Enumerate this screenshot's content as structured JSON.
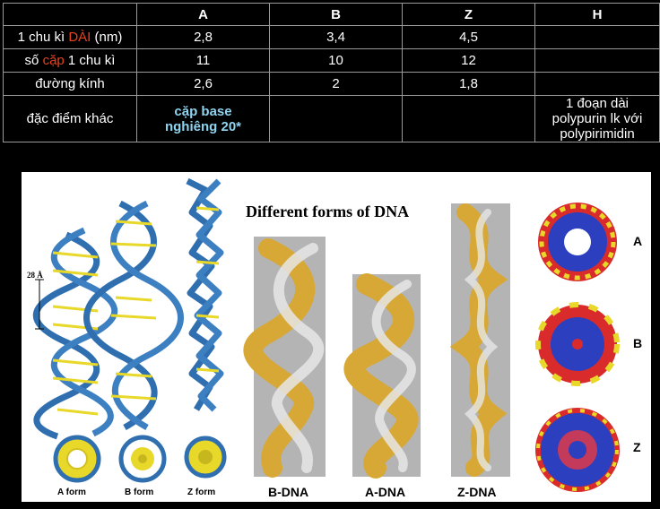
{
  "table": {
    "headers": [
      "",
      "A",
      "B",
      "Z",
      "H"
    ],
    "rows": [
      {
        "label_pre": "1 chu kì ",
        "label_hl": "DÀI",
        "label_post": " (nm)",
        "a": "2,8",
        "b": "3,4",
        "z": "4,5",
        "h": ""
      },
      {
        "label_pre": "số ",
        "label_hl": "cặp",
        "label_post": " 1 chu kì",
        "a": "11",
        "b": "10",
        "z": "12",
        "h": ""
      },
      {
        "label": "đường kính",
        "a": "2,6",
        "b": "2",
        "z": "1,8",
        "h": ""
      },
      {
        "label": "đặc điểm khác",
        "a_line1": "cặp base",
        "a_line2": "nghiêng 20*",
        "b": "",
        "z": "",
        "h_line1": "1 đoạn dài",
        "h_line2": "polypurin lk với",
        "h_line3": "polypirimidin"
      }
    ]
  },
  "figure": {
    "title": "Different forms of DNA",
    "scale_label": "28 Å",
    "form_labels": [
      "A form",
      "B form",
      "Z form"
    ],
    "model_labels": [
      "B-DNA",
      "A-DNA",
      "Z-DNA"
    ],
    "cross_labels": [
      "A",
      "B",
      "Z"
    ]
  },
  "colors": {
    "highlight_red": "#e8411b",
    "highlight_cyan": "#8fd3ef",
    "helix_blue": "#2f6fb0",
    "base_yellow": "#e8d82a",
    "atom_gold": "#d7a835"
  }
}
